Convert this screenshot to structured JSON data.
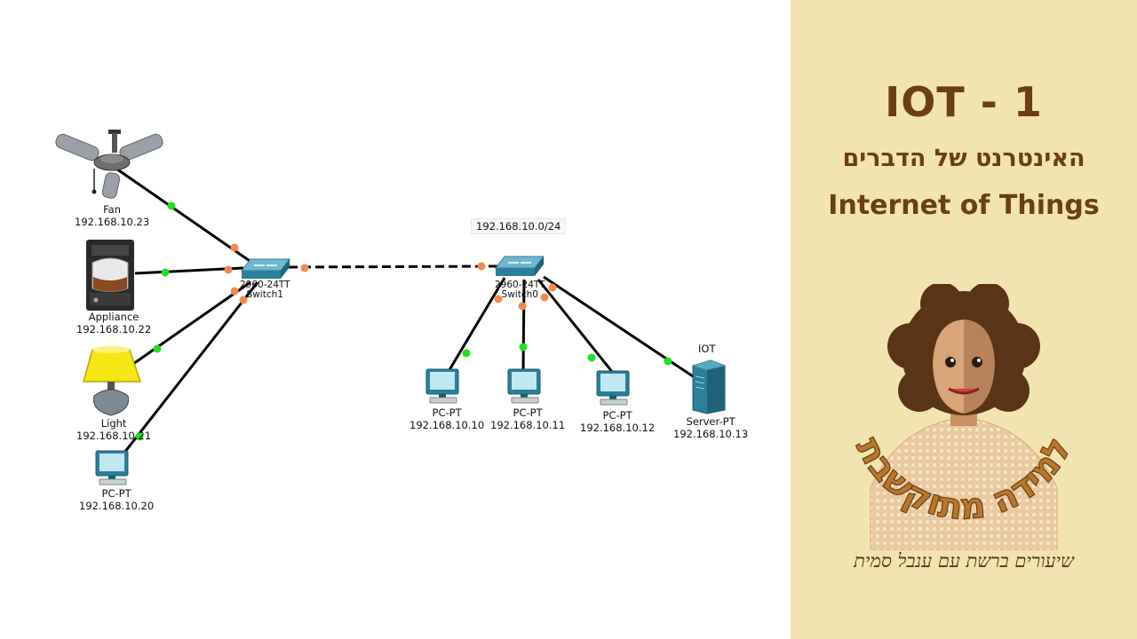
{
  "diagram": {
    "network_label": "192.168.10.0/24",
    "iot_label": "IOT",
    "switches": [
      {
        "id": "switch1",
        "model": "2960-24TT",
        "name": "Switch1"
      },
      {
        "id": "switch0",
        "model": "2960-24TT",
        "name": "Switch0"
      }
    ],
    "devices": [
      {
        "id": "fan",
        "name": "Fan",
        "ip": "192.168.10.23"
      },
      {
        "id": "appliance",
        "name": "Appliance",
        "ip": "192.168.10.22"
      },
      {
        "id": "light",
        "name": "Light",
        "ip": "192.168.10.21"
      },
      {
        "id": "pc20",
        "name": "PC-PT",
        "ip": "192.168.10.20"
      },
      {
        "id": "pc10",
        "name": "PC-PT",
        "ip": "192.168.10.10"
      },
      {
        "id": "pc11",
        "name": "PC-PT",
        "ip": "192.168.10.11"
      },
      {
        "id": "pc12",
        "name": "PC-PT",
        "ip": "192.168.10.12"
      },
      {
        "id": "server",
        "name": "Server-PT",
        "ip": "192.168.10.13"
      }
    ]
  },
  "panel": {
    "title": "IOT - 1",
    "subtitle_hebrew": "האינטרנט של הדברים",
    "subtitle_english": "Internet of Things",
    "logo_text": "למידה מתוקשבת",
    "tagline": "שיעורים ברשת עם ענבל סמית"
  },
  "colors": {
    "panel_bg": "#f2e4b1",
    "title_color": "#6b3f16",
    "link_up": "#22dd22",
    "link_port": "#f08a4b"
  }
}
